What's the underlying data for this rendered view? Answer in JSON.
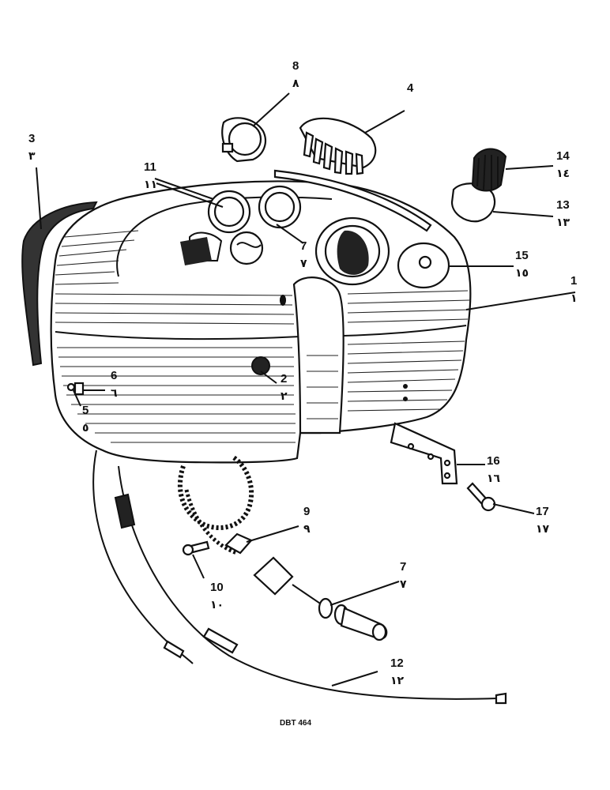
{
  "diagram": {
    "drawing_code": "DBT 464",
    "callouts": [
      {
        "id": "c1",
        "num": "1",
        "ar": "١"
      },
      {
        "id": "c2",
        "num": "2",
        "ar": "٢"
      },
      {
        "id": "c3",
        "num": "3",
        "ar": "٣"
      },
      {
        "id": "c4",
        "num": "4",
        "ar": ""
      },
      {
        "id": "c5",
        "num": "5",
        "ar": "٥"
      },
      {
        "id": "c6",
        "num": "6",
        "ar": "٦"
      },
      {
        "id": "c7a",
        "num": "7",
        "ar": "٧"
      },
      {
        "id": "c7b",
        "num": "7",
        "ar": "٧"
      },
      {
        "id": "c8",
        "num": "8",
        "ar": "٨"
      },
      {
        "id": "c9",
        "num": "9",
        "ar": "٩"
      },
      {
        "id": "c10",
        "num": "10",
        "ar": "١٠"
      },
      {
        "id": "c11",
        "num": "11",
        "ar": "١١"
      },
      {
        "id": "c12",
        "num": "12",
        "ar": "١٢"
      },
      {
        "id": "c13",
        "num": "13",
        "ar": "١٣"
      },
      {
        "id": "c14",
        "num": "14",
        "ar": "١٤"
      },
      {
        "id": "c15",
        "num": "15",
        "ar": "١٥"
      },
      {
        "id": "c16",
        "num": "16",
        "ar": "١٦"
      },
      {
        "id": "c17",
        "num": "17",
        "ar": "١٧"
      }
    ]
  }
}
